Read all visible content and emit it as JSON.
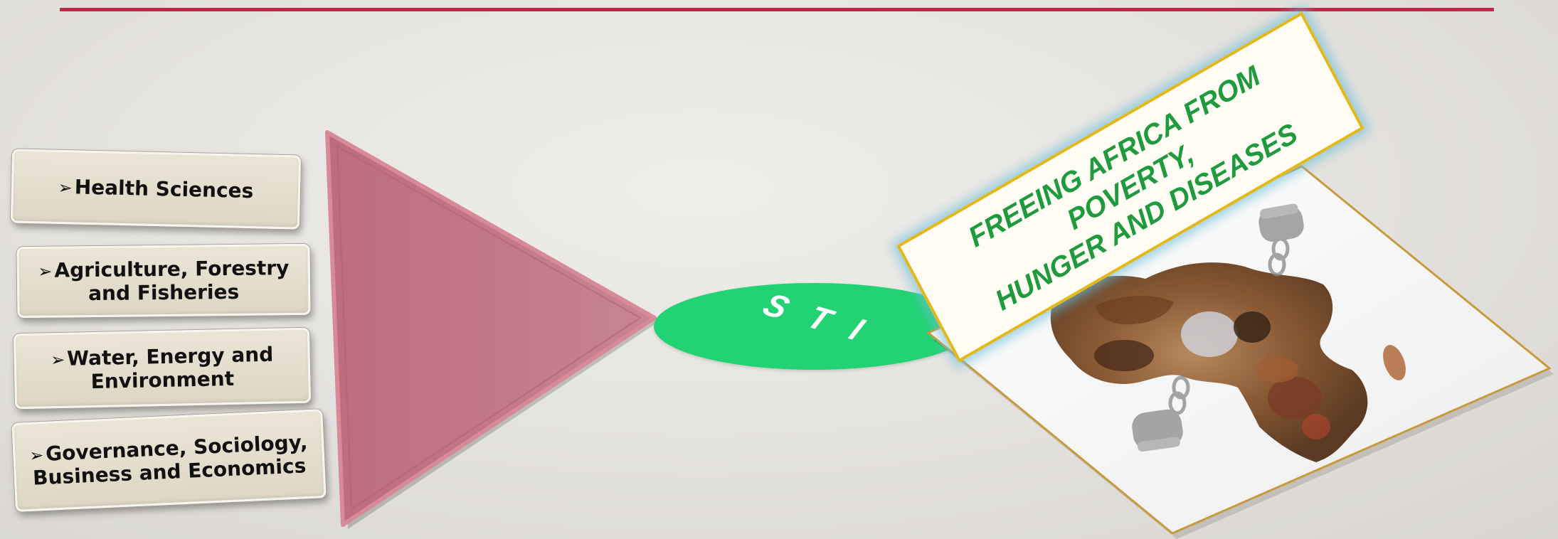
{
  "topics": [
    {
      "bullet": "➢",
      "label": "Health Sciences"
    },
    {
      "bullet": "➢",
      "label": "Agriculture, Forestry and Fisheries"
    },
    {
      "bullet": "➢",
      "label": "Water, Energy and Environment"
    },
    {
      "bullet": "➢",
      "label": "Governance, Sociology, Business and Economics"
    }
  ],
  "hub": {
    "label": "STI"
  },
  "banner": {
    "line1": "FREEING AFRICA FROM POVERTY,",
    "line2": "HUNGER AND DISEASES"
  },
  "colors": {
    "top_rule": "#c0264a",
    "funnel": "#c27b89",
    "hub": "#22d373",
    "banner_text": "#1f9a3f",
    "banner_border": "#e3b818"
  },
  "icons": [
    "fist-chain-icon",
    "africa-map-collage"
  ]
}
